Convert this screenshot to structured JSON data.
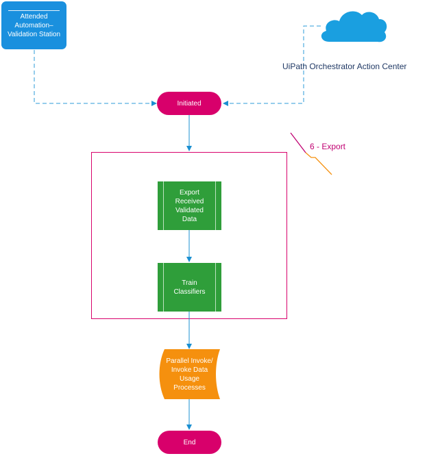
{
  "colors": {
    "connector": "#1a8fd1",
    "dashed_connector": "#2b9bd8",
    "terminal": "#d8006b",
    "process": "#2f9e3a",
    "station": "#1a90de",
    "cloud": "#1a9fe0",
    "frame": "#d8006b",
    "manual_io": "#f5900e",
    "callout_line_top": "#c00071",
    "callout_line_bottom": "#f5900e"
  },
  "nodes": {
    "station": {
      "label": "Attended\nAutomation–\nValidation Station",
      "icon": "rounded-rectangle"
    },
    "cloud": {
      "label": "UiPath Orchestrator Action Center",
      "icon": "cloud-icon"
    },
    "initiated": {
      "label": "Initiated"
    },
    "export_step": {
      "label": "Export\nReceived\nValidated\nData"
    },
    "train_step": {
      "label": "Train\nClassifiers"
    },
    "parallel_invoke": {
      "label": "Parallel Invoke/\nInvoke Data\nUsage\nProcesses"
    },
    "end": {
      "label": "End"
    }
  },
  "callout": {
    "label": "6 - Export"
  }
}
